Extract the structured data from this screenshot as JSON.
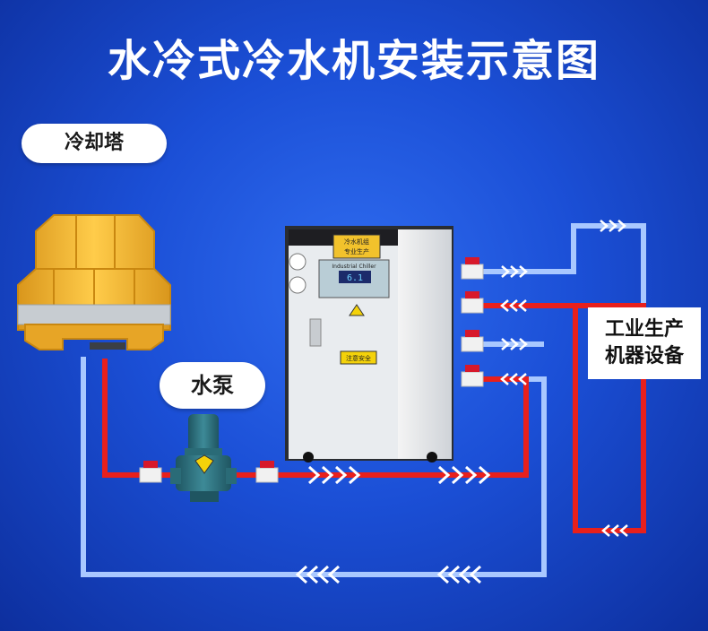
{
  "title": "水冷式冷水机安装示意图",
  "cooling_tower": {
    "label": "冷却塔"
  },
  "pump": {
    "label": "水泵"
  },
  "equipment": {
    "line1": "工业生产",
    "line2": "机器设备"
  },
  "chiller": {
    "top_sticker_line1": "冷水机组",
    "top_sticker_line2": "专业生产",
    "panel_brand": "Industrial Chiller",
    "display_value": "6.1",
    "plate_text": "注意安全"
  },
  "colors": {
    "hot_pipe": "#e8201c",
    "cold_pipe": "#a9c8ff",
    "background": "#1b4fd6",
    "tower_body": "#f2b838"
  },
  "icons": [
    "flow-arrow-right-icon",
    "flow-arrow-left-icon",
    "valve-icon"
  ]
}
